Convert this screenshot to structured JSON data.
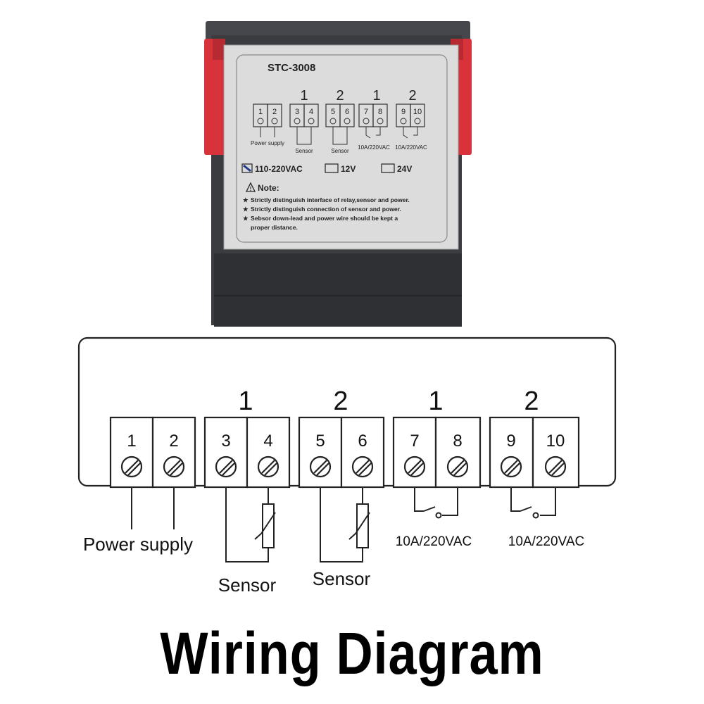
{
  "device": {
    "model": "STC-3008",
    "group_numbers": [
      "1",
      "2",
      "1",
      "2"
    ],
    "terminals": [
      "1",
      "2",
      "3",
      "4",
      "5",
      "6",
      "7",
      "8",
      "9",
      "10"
    ],
    "labels": {
      "power": "Power supply",
      "sensor_1": "Sensor",
      "sensor_2": "Sensor",
      "relay_1": "10A/220VAC",
      "relay_2": "10A/220VAC"
    },
    "voltage_options": [
      "110-220VAC",
      "12V",
      "24V"
    ],
    "voltage_selected": "110-220VAC",
    "note_heading": "Note:",
    "notes": [
      "Strictly distinguish interface of relay,sensor and power.",
      "Strictly distinguish connection of sensor and power.",
      "Sebsor down-lead and power wire should be kept a",
      "proper distance."
    ],
    "colors": {
      "housing": "#3a3c40",
      "clip": "#d8333b",
      "label": "#dcdcdc"
    }
  },
  "diagram": {
    "group_numbers": [
      "1",
      "2",
      "1",
      "2"
    ],
    "terminals": [
      "1",
      "2",
      "3",
      "4",
      "5",
      "6",
      "7",
      "8",
      "9",
      "10"
    ],
    "labels": {
      "power": "Power supply",
      "sensor_1": "Sensor",
      "sensor_2": "Sensor",
      "relay_1": "10A/220VAC",
      "relay_2": "10A/220VAC"
    }
  },
  "title": "Wiring Diagram"
}
